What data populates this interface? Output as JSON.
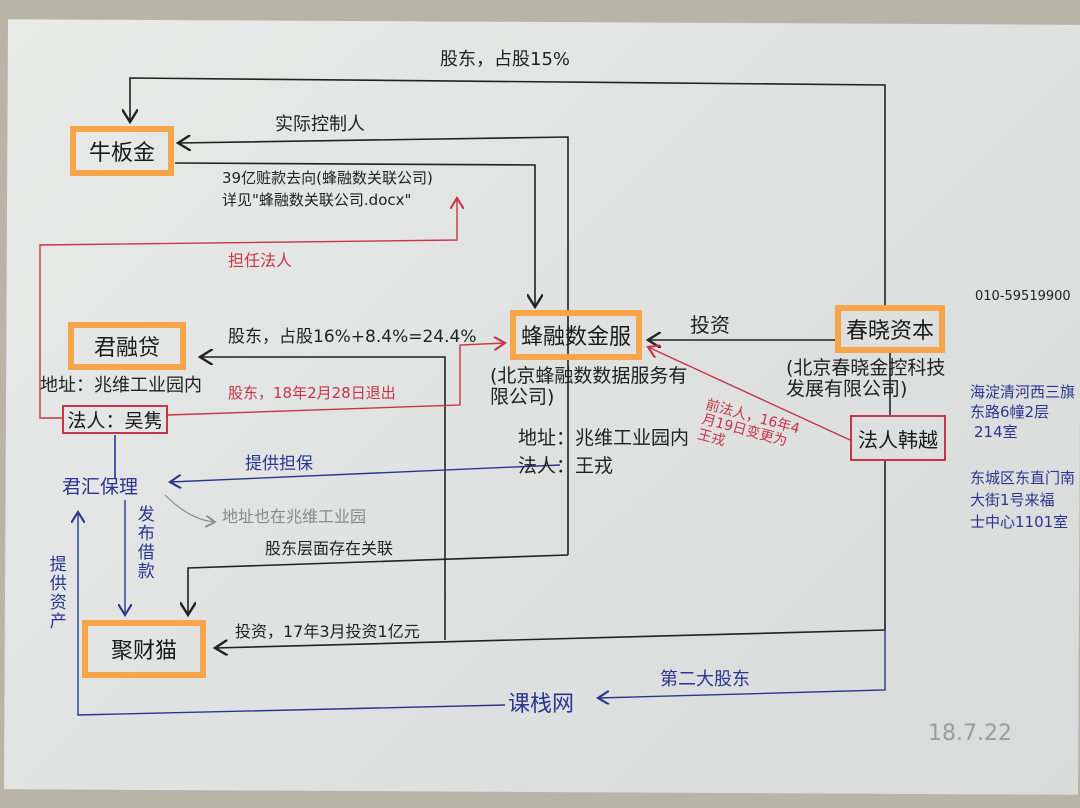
{
  "colors": {
    "highlight": "#f7a54a",
    "ink": "#222222",
    "red_ink": "#c8344a",
    "blue_ink": "#2b3590"
  },
  "nodes": {
    "niubanjin": "牛板金",
    "junrongdai": "君融贷",
    "junrongdai_address": "地址：兆维工业园内",
    "junrongdai_legal": "法人：吴隽",
    "junhui": "君汇保理",
    "fengrong": "蜂融数金服",
    "fengrong_full": "(北京蜂融数数据服务有限公司)",
    "fengrong_address": "地址：兆维工业园内",
    "fengrong_legal": "法人：王戎",
    "chunxiao": "春晓资本",
    "chunxiao_full": "(北京春晓金控科技发展有限公司)",
    "chunxiao_legal": "法人韩越",
    "jucaimao": "聚财猫",
    "kezhanwang": "课栈网"
  },
  "edges": {
    "shareholder_15": "股东，占股15%",
    "actual_controller": "实际控制人",
    "funds_line1": "39亿赃款去向(蜂融数关联公司)",
    "funds_line2": "详见\"蜂融数关联公司.docx\"",
    "serves_legal": "担任法人",
    "shareholder_24": "股东，占股16%+8.4%=24.4%",
    "shareholder_exit": "股东，18年2月28日退出",
    "invest": "投资",
    "former_legal": "前法人，16年4月19日变更为王戎",
    "guarantee": "提供担保",
    "same_address": "地址也在兆维工业园",
    "publish_loans": "发布借款",
    "shareholder_related": "股东层面存在关联",
    "invest_1yi": "投资，17年3月投资1亿元",
    "provide_assets": "提供资产",
    "second_shareholder": "第二大股东"
  },
  "notes": {
    "phone": "010-59519900",
    "address1": [
      "海淀清河西三旗",
      "东路6幢2层",
      "214室"
    ],
    "address2": [
      "东城区东直门南",
      "大街1号来福",
      "士中心1101室"
    ],
    "date": "18.7.22"
  }
}
